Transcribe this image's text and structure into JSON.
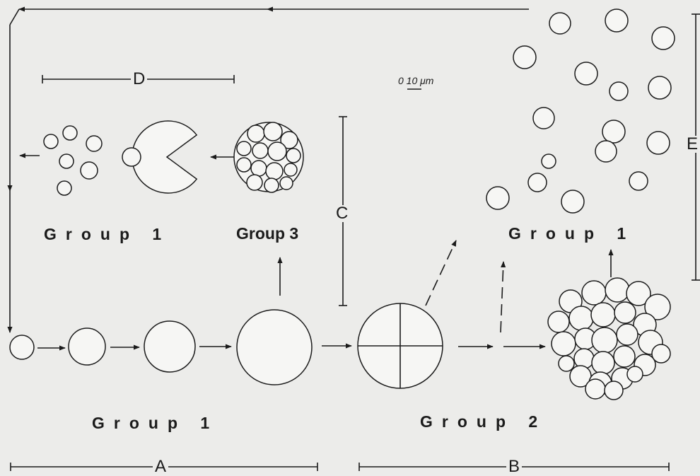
{
  "labels": {
    "group1_top_left": "Group 1",
    "group3": "Group 3",
    "group1_top_right": "Group 1",
    "group1_bottom": "Group 1",
    "group2": "Group 2"
  },
  "bars": {
    "A": "A",
    "B": "B",
    "C": "C",
    "D": "D",
    "E": "E"
  },
  "scale_bar": "0 10 μm",
  "colors": {
    "ink": "#1b1b1b",
    "background": "#ececea",
    "cell_fill": "#f6f6f4"
  }
}
